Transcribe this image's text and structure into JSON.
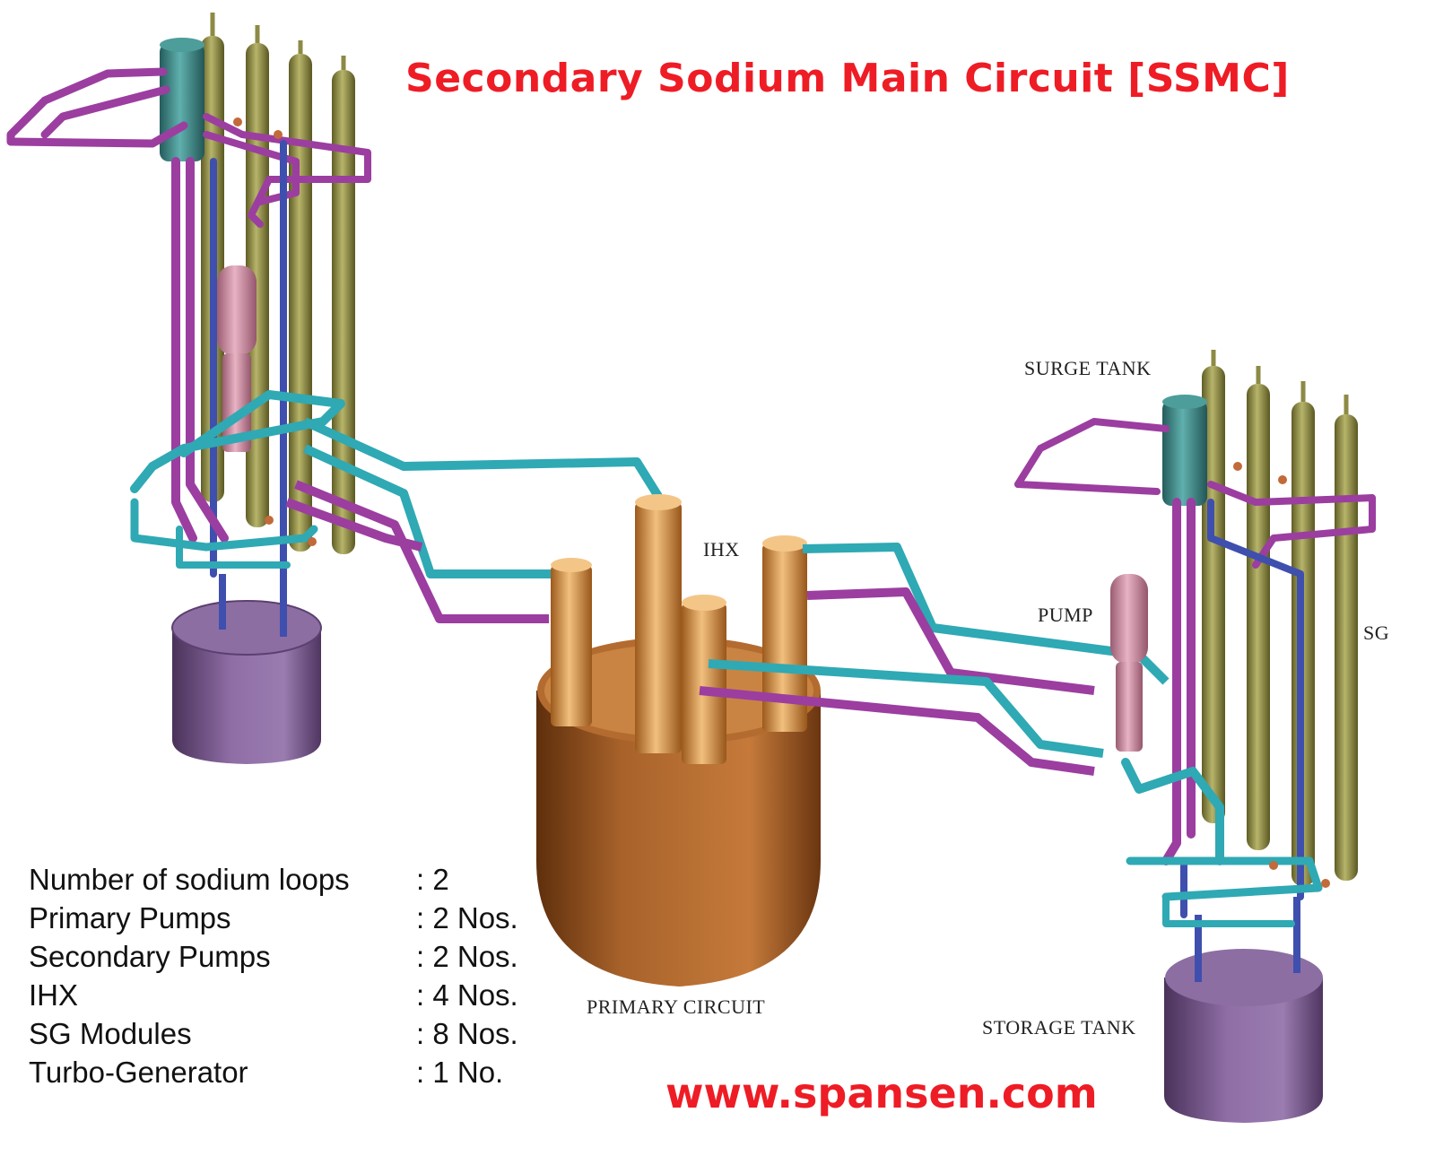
{
  "title": "Secondary Sodium Main Circuit [SSMC]",
  "website": "www.spansen.com",
  "labels": {
    "surge_tank": "SURGE TANK",
    "ihx": "IHX",
    "pump": "PUMP",
    "sg": "SG",
    "primary_circuit": "PRIMARY CIRCUIT",
    "storage_tank": "STORAGE TANK"
  },
  "specs": [
    {
      "name": "Number of sodium loops",
      "value": ": 2"
    },
    {
      "name": "Primary Pumps",
      "value": ": 2 Nos."
    },
    {
      "name": "Secondary Pumps",
      "value": ": 2 Nos."
    },
    {
      "name": "IHX",
      "value": ": 4 Nos."
    },
    {
      "name": "SG Modules",
      "value": ": 8 Nos."
    },
    {
      "name": "Turbo-Generator",
      "value": ": 1 No."
    }
  ],
  "colors": {
    "title_red": "#ee1c25",
    "cyan_pipe": "#2fa9b4",
    "magenta_pipe": "#9b3ea0",
    "blue_pipe": "#3f4fae",
    "olive_sg": "#8c8a45",
    "teal_surge": "#3f8c8c",
    "pink_pump": "#c98aa0",
    "ihx_orange": "#d9903f",
    "vessel_brown": "#a85e25",
    "tank_purple": "#7d5c95"
  }
}
